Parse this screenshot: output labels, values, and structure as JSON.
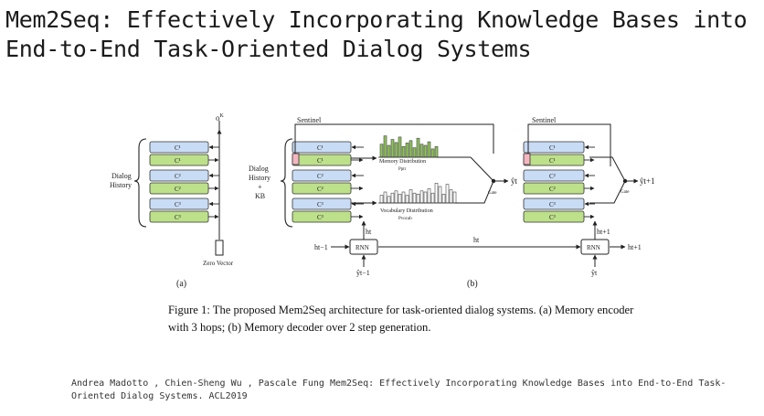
{
  "slide": {
    "title_line1": "Mem2Seq: Effectively Incorporating Knowledge Bases into",
    "title_line2": "End-to-End Task-Oriented Dialog Systems"
  },
  "figure": {
    "colors": {
      "blue_cell": "#c9dcf5",
      "green_cell": "#bde08a",
      "pink_cell": "#f4b6c0",
      "bars": "#8fc45a",
      "line": "#222222"
    },
    "panel_a": {
      "side_label_1": "Dialog",
      "side_label_2": "History",
      "cells": [
        "C¹",
        "C¹",
        "C²",
        "C²",
        "C³",
        "C³"
      ],
      "top_label": "o",
      "top_label_sup": "K",
      "bottom_label": "Zero Vector",
      "panel_label": "(a)"
    },
    "panel_b": {
      "side_label_1": "Dialog",
      "side_label_2": "History",
      "side_label_3": "+",
      "side_label_4": "KB",
      "sentinel_1": "Sentinel",
      "sentinel_2": "Sentinel",
      "cells_left": [
        "C¹",
        "C¹",
        "C²",
        "C²",
        "C³",
        "C³"
      ],
      "cells_right": [
        "C¹",
        "C¹",
        "C²",
        "C²",
        "C³",
        "C³"
      ],
      "memory_label": "Memory Distribution",
      "memory_sub": "Pptr",
      "vocab_label": "Vocabulary Distribution",
      "vocab_sub": "Pvocab",
      "gate_1": "Gate",
      "gate_2": "Gate",
      "out_1": "ŷt",
      "out_2": "ŷt+1",
      "rnn_1": "RNN",
      "rnn_2": "RNN",
      "h_prev": "ht−1",
      "h_t_up": "ht",
      "h_t_mid": "ht",
      "h_t1_up": "ht+1",
      "h_t1_out": "ht+1",
      "y_in_1": "ŷt−1",
      "y_in_2": "ŷt",
      "panel_label": "(b)",
      "memory_bars": [
        0.55,
        0.9,
        0.5,
        0.75,
        0.62,
        0.85,
        0.45,
        0.6,
        0.7,
        0.4,
        0.8,
        0.55,
        0.5,
        0.65,
        0.35,
        0.45
      ],
      "vocab_bars": [
        0.35,
        0.5,
        0.3,
        0.45,
        0.55,
        0.4,
        0.5,
        0.35,
        0.6,
        0.45,
        0.4,
        0.55,
        0.5,
        0.65,
        0.45,
        0.9,
        0.75,
        0.4,
        0.85,
        0.6,
        0.5
      ]
    }
  },
  "caption": {
    "line1": "Figure 1: The proposed Mem2Seq architecture for task-oriented dialog systems. (a) Memory encoder",
    "line2": "with 3 hops; (b) Memory decoder over 2 step generation."
  },
  "citation": {
    "text": "Andrea Madotto , Chien-Sheng Wu , Pascale Fung Mem2Seq: Effectively Incorporating Knowledge Bases into End-to-End Task-Oriented Dialog Systems. ACL2019"
  }
}
